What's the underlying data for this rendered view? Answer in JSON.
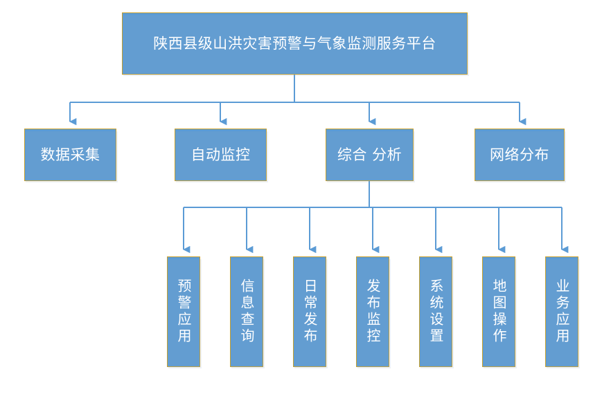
{
  "diagram": {
    "kind": "hierarchy-org-chart",
    "colors": {
      "node_fill": "#5B9BD5",
      "node_border": "#C8A02C",
      "node_text": "#FFFFFF",
      "connector": "#5B9BD5",
      "background": "#FFFFFF"
    },
    "root": {
      "label": "陕西县级山洪灾害预警与气象监测服务平台"
    },
    "level2": [
      {
        "label": "数据采集"
      },
      {
        "label": "自动监控"
      },
      {
        "label": "综合 分析"
      },
      {
        "label": "网络分布"
      }
    ],
    "level3_parent": "综合 分析",
    "level3": [
      {
        "label": "预警应用"
      },
      {
        "label": "信息查询"
      },
      {
        "label": "日常发布"
      },
      {
        "label": "发布监控"
      },
      {
        "label": "系统设置"
      },
      {
        "label": "地图操作"
      },
      {
        "label": "业务应用"
      }
    ]
  }
}
